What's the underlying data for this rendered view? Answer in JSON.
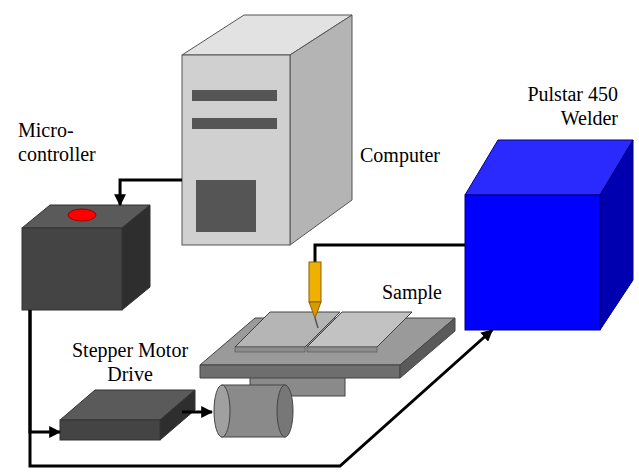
{
  "diagram": {
    "nodes": [
      {
        "text": [
          "Micro- controller"
        ]
      },
      {
        "text": [
          "Computer"
        ]
      },
      {
        "text": [
          "Pulstar 450 Welder"
        ]
      },
      {
        "text": [
          "Sample"
        ]
      },
      {
        "text": [
          "Stepper Motor Drive"
        ]
      }
    ],
    "edges": [
      {
        "from": 1,
        "to": 0,
        "arrow": "to"
      },
      {
        "from": 0,
        "to": 4,
        "arrow": "to"
      },
      {
        "from": 0,
        "to": 2,
        "arrow": "to"
      }
    ]
  }
}
